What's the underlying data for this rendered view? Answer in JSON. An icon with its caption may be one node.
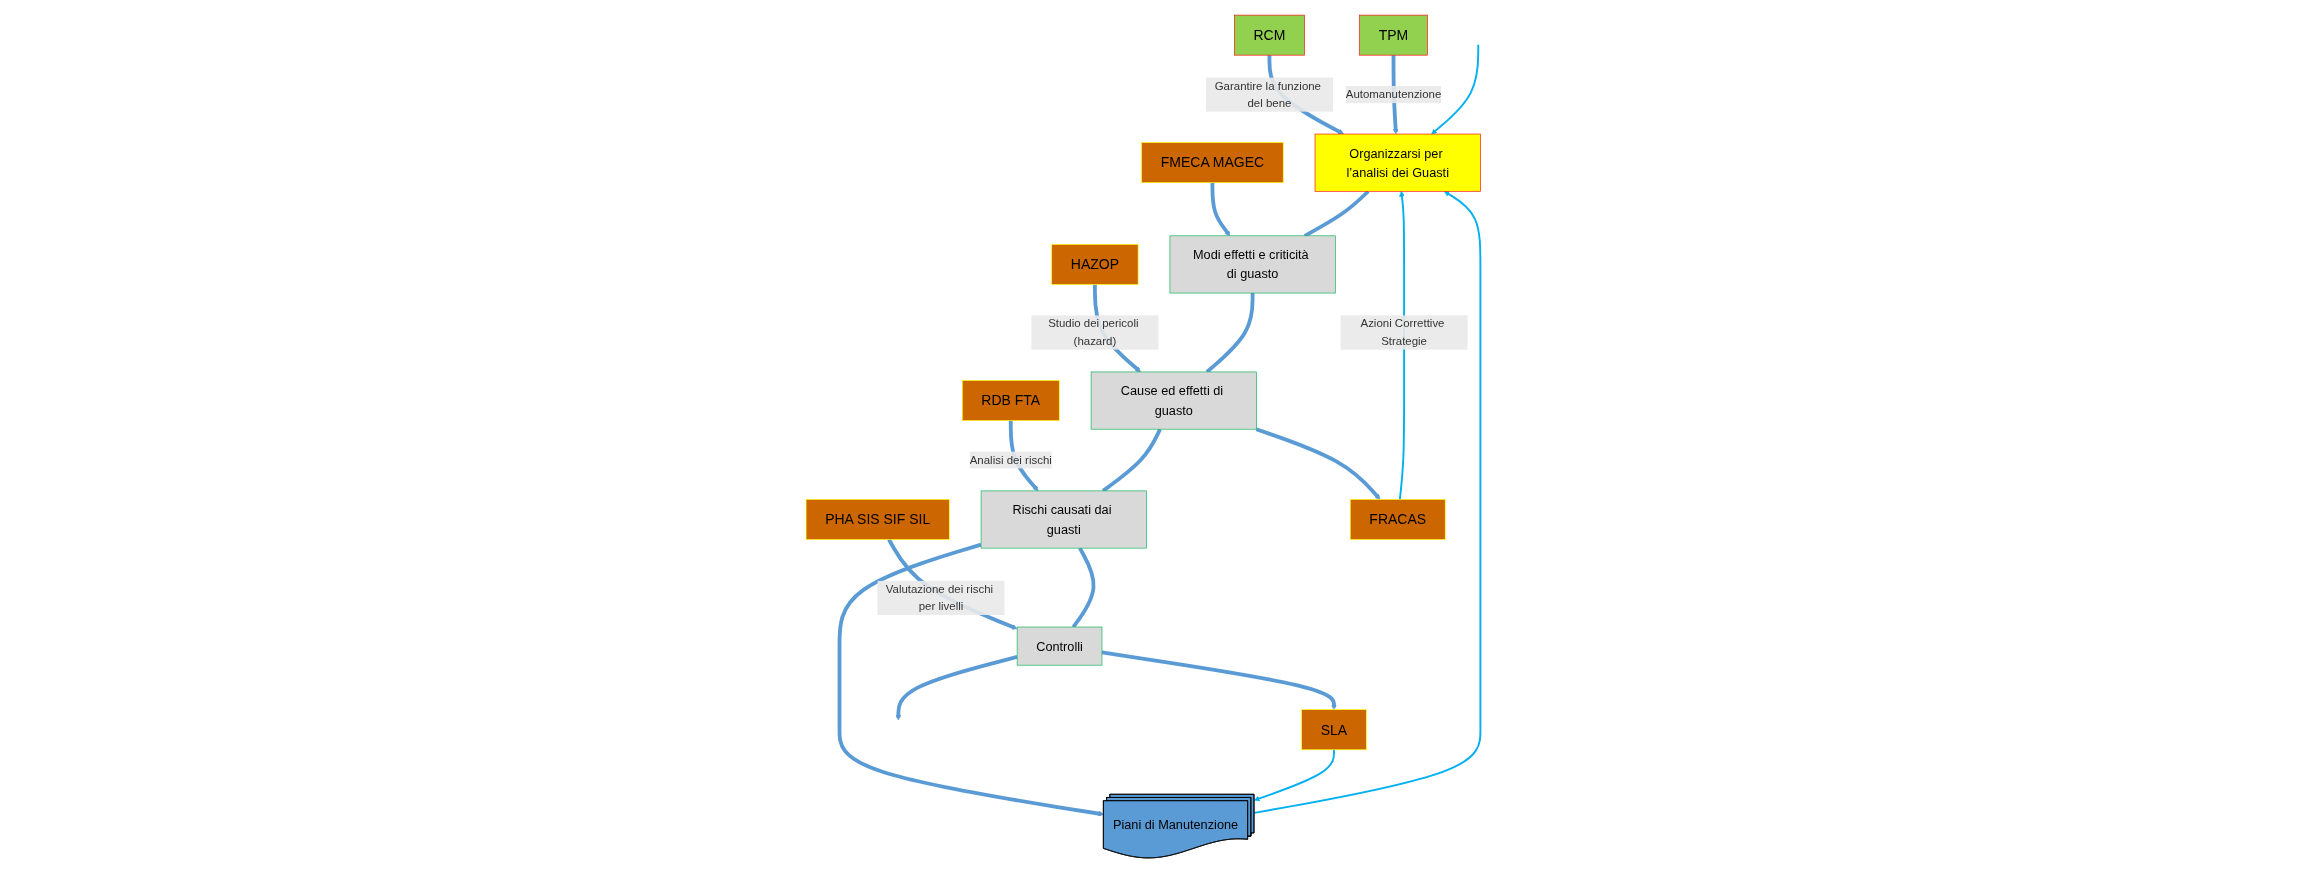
{
  "diagram": {
    "nodes": [
      {
        "text": [
          "RCM"
        ]
      },
      {
        "text": [
          "FMECA MAGEC"
        ]
      },
      {
        "text": [
          "HAZOP"
        ]
      },
      {
        "text": [
          "RDB FTA"
        ]
      },
      {
        "text": [
          "PHA SIS SIF SIL"
        ]
      },
      {
        "text": [
          "Organizzarsi per l’analisi dei Guasti"
        ]
      },
      {
        "text": [
          "Modi effetti e criticità di guasto"
        ]
      },
      {
        "text": [
          "Cause ed effetti di guasto"
        ]
      },
      {
        "text": [
          "Rischi causati dai guasti"
        ]
      },
      {
        "text": [
          "Controlli"
        ]
      },
      {
        "text": [
          "TPM"
        ]
      },
      {
        "text": [
          "FRACAS"
        ]
      },
      {
        "text": [
          "Piani di Manutenzione"
        ]
      },
      {
        "text": [
          "SLA"
        ]
      }
    ],
    "edges": [
      {
        "from": 0,
        "to": 5,
        "arrow": "to",
        "label": "Garantire la funzione del bene"
      },
      {
        "from": 1,
        "to": 6,
        "arrow": "to"
      },
      {
        "from": 2,
        "to": 7,
        "arrow": "to",
        "label": "Studio dei pericoli (hazard)"
      },
      {
        "from": 3,
        "to": 8,
        "arrow": "to",
        "label": "Analisi dei rischi"
      },
      {
        "from": 4,
        "to": 9,
        "arrow": "to",
        "label": "Valutazione dei rischi per livelli"
      },
      {
        "from": 10,
        "to": 5,
        "arrow": "to",
        "label": "Automanutenzione"
      },
      {
        "from": 5,
        "to": 6,
        "arrow": "none"
      },
      {
        "from": 6,
        "to": 7,
        "arrow": "none"
      },
      {
        "from": 7,
        "to": 8,
        "arrow": "none"
      },
      {
        "from": 8,
        "to": 9,
        "arrow": "none"
      },
      {
        "from": 9,
        "to": null,
        "arrow": "to"
      },
      {
        "from": 7,
        "to": 11,
        "arrow": "to"
      },
      {
        "from": 8,
        "to": 12,
        "arrow": "to"
      },
      {
        "from": 9,
        "to": 13,
        "arrow": "to"
      },
      {
        "from": 11,
        "to": 5,
        "arrow": "to",
        "label": "Azioni Correttive Strategie",
        "color": "#00b0f0"
      },
      {
        "from": null,
        "to": 5,
        "arrow": "to",
        "color": "#00b0f0"
      },
      {
        "from": 12,
        "to": 5,
        "arrow": "to",
        "color": "#00b0f0"
      },
      {
        "from": 13,
        "to": 12,
        "arrow": "to",
        "color": "#00b0f0"
      }
    ]
  }
}
